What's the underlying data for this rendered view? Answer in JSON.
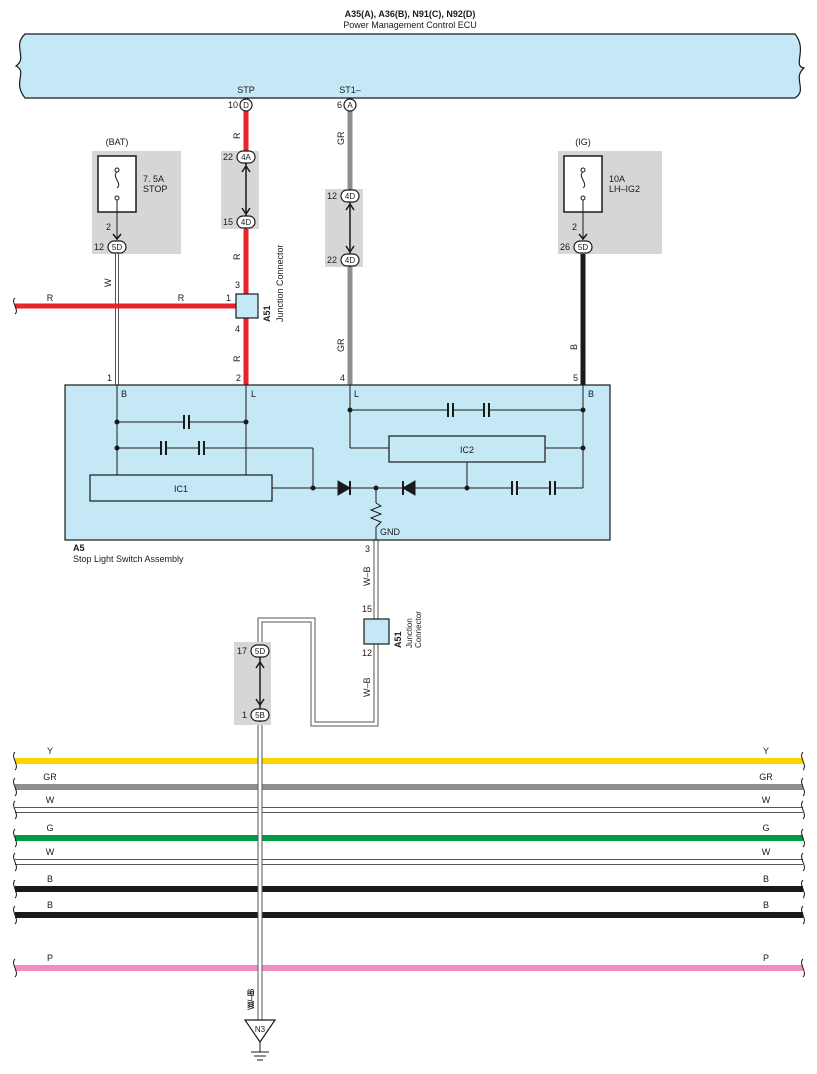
{
  "ecu": {
    "connector_line": "A35(A), A36(B), N91(C), N92(D)",
    "name": "Power Management Control ECU",
    "pins": [
      {
        "term": "STP",
        "pin": "10",
        "conn": "D"
      },
      {
        "term": "ST1–",
        "pin": "6",
        "conn": "A"
      }
    ]
  },
  "fuses": [
    {
      "source": "(BAT)",
      "rating": "7. 5A",
      "name": "STOP",
      "pin_top": "2",
      "pin": "12",
      "conn": "5D"
    },
    {
      "source": "(IG)",
      "rating": "10A",
      "name": "LH–IG2",
      "pin_top": "2",
      "pin": "26",
      "conn": "5D"
    }
  ],
  "wires": {
    "stp": "R",
    "st1": "GR",
    "bat": "W",
    "ig": "B",
    "gnd": "W–B",
    "left_feed": "R"
  },
  "inline_connectors": [
    {
      "pin": "22",
      "conn": "4A"
    },
    {
      "pin": "15",
      "conn": "4D"
    },
    {
      "pin": "12",
      "conn": "4D"
    },
    {
      "pin": "22",
      "conn": "4D"
    },
    {
      "pin": "17",
      "conn": "5D"
    },
    {
      "pin": "1",
      "conn": "5B"
    }
  ],
  "junction_connector": {
    "code": "A51",
    "name": "Junction Connector",
    "upper_pins": [
      "3",
      "1",
      "4"
    ],
    "lower_pins": [
      "15",
      "12"
    ]
  },
  "switch": {
    "code": "A5",
    "name": "Stop Light Switch Assembly",
    "pins": [
      "1",
      "2",
      "4",
      "5",
      "3"
    ],
    "terminals": [
      "B",
      "L",
      "L",
      "B",
      "GND"
    ],
    "ic1": "IC1",
    "ic2": "IC2"
  },
  "ground": {
    "code": "N3"
  },
  "bus_wires": [
    {
      "label": "Y",
      "color": "#ffd500"
    },
    {
      "label": "GR",
      "color": "#8f8f8f"
    },
    {
      "label": "W",
      "color": "#ffffff"
    },
    {
      "label": "G",
      "color": "#009a44"
    },
    {
      "label": "W",
      "color": "#ffffff"
    },
    {
      "label": "B",
      "color": "#1a1a1a"
    },
    {
      "label": "B",
      "color": "#1a1a1a"
    },
    {
      "label": "P",
      "color": "#f28cc0"
    }
  ],
  "colors": {
    "ecu_fill": "#c5e8f7",
    "switch_fill": "#c5e8f7",
    "connector_box": "#d6d6d6",
    "red": "#e8232a",
    "gray": "#8f8f8f",
    "black": "#1a1a1a"
  }
}
